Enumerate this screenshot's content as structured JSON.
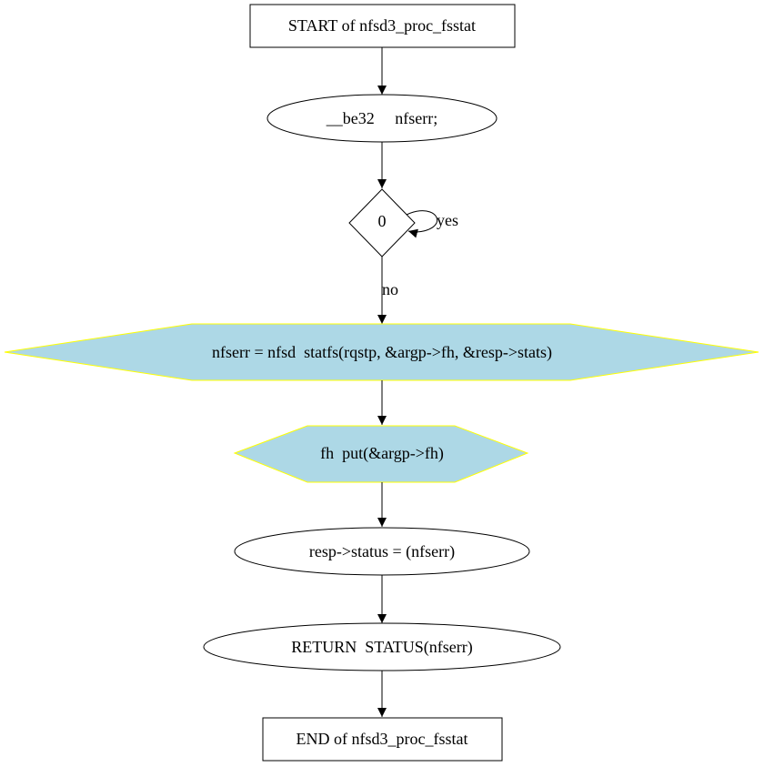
{
  "nodes": {
    "start": "START of nfsd3_proc_fsstat",
    "decl": "__be32     nfserr;",
    "cond": "0",
    "statfs": "nfserr = nfsd  statfs(rqstp, &argp->fh, &resp->stats)",
    "fh_put": "fh  put(&argp->fh)",
    "assign": "resp->status = (nfserr)",
    "ret": "RETURN  STATUS(nfserr)",
    "end": "END of nfsd3_proc_fsstat"
  },
  "edges": {
    "yes": "yes",
    "no": "no"
  },
  "colors": {
    "hex_fill": "#add8e6",
    "hex_stroke": "#ffff00",
    "stroke": "#000000"
  }
}
